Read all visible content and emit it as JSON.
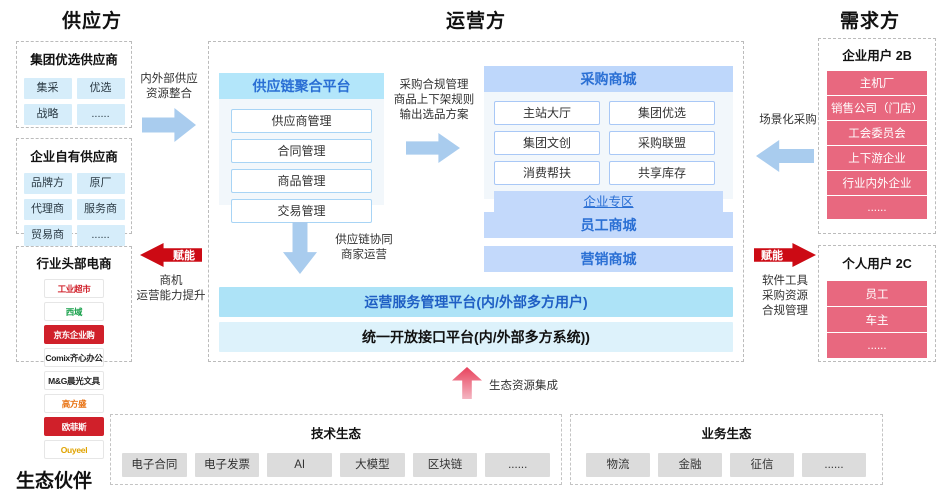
{
  "columns": {
    "supplier_title": "供应方",
    "operator_title": "运营方",
    "demand_title": "需求方"
  },
  "supplier": {
    "group_preferred": {
      "title": "集团优选供应商",
      "chips": [
        "集采",
        "优选",
        "战略",
        "......"
      ]
    },
    "enterprise_own": {
      "title": "企业自有供应商",
      "chips": [
        "品牌方",
        "原厂",
        "代理商",
        "服务商",
        "贸易商",
        "......"
      ]
    },
    "top_ecommerce": {
      "title": "行业头部电商",
      "logos": [
        {
          "name": "工业超市",
          "style": "lg-white"
        },
        {
          "name": "西域",
          "style": "lg-green"
        },
        {
          "name": "京东企业购",
          "style": "lg-red"
        },
        {
          "name": "Comix齐心办公",
          "style": "lg-dark"
        },
        {
          "name": "M&G晨光文具",
          "style": "lg-dark"
        },
        {
          "name": "高方盛",
          "style": "lg-orange"
        },
        {
          "name": "欧菲斯",
          "style": "lg-red"
        },
        {
          "name": "Ouyeel",
          "style": "lg-gold"
        }
      ]
    }
  },
  "arrows": {
    "supply_integration": "内外部供应\n资源整合",
    "supply_integration_l1": "内外部供应",
    "supply_integration_l2": "资源整合",
    "enable_left_label": "赋能",
    "enable_left_note_l1": "商机",
    "enable_left_note_l2": "运营能力提升",
    "compliance_l1": "采购合规管理",
    "compliance_l2": "商品上下架规则",
    "compliance_l3": "输出选品方案",
    "chain_collab_l1": "供应链协同",
    "chain_collab_l2": "商家运营",
    "scene_purchase": "场景化采购",
    "enable_right_label": "赋能",
    "enable_right_note_l1": "软件工具",
    "enable_right_note_l2": "采购资源",
    "enable_right_note_l3": "合规管理",
    "eco_integration": "生态资源集成"
  },
  "operator": {
    "supply_chain_platform": {
      "title": "供应链聚合平台",
      "items": [
        "供应商管理",
        "合同管理",
        "商品管理",
        "交易管理"
      ]
    },
    "purchase_mall": {
      "title": "采购商城",
      "items": [
        "主站大厅",
        "集团优选",
        "集团文创",
        "采购联盟",
        "消费帮扶",
        "共享库存"
      ],
      "enterprise_zone": "企业专区"
    },
    "staff_mall": "员工商城",
    "marketing_mall": "营销商城",
    "ops_platform": "运营服务管理平台(内/外部多方用户)",
    "api_platform": "统一开放接口平台(内/外部多方系统))"
  },
  "demand": {
    "enterprise_2b": {
      "title": "企业用户 2B",
      "items": [
        "主机厂",
        "销售公司（门店）",
        "工会委员会",
        "上下游企业",
        "行业内外企业",
        "......"
      ]
    },
    "personal_2c": {
      "title": "个人用户 2C",
      "items": [
        "员工",
        "车主",
        "......"
      ]
    }
  },
  "ecosystem": {
    "title": "生态伙伴",
    "tech": {
      "title": "技术生态",
      "items": [
        "电子合同",
        "电子发票",
        "AI",
        "大模型",
        "区块链",
        "......"
      ]
    },
    "business": {
      "title": "业务生态",
      "items": [
        "物流",
        "金融",
        "征信",
        "......"
      ]
    }
  },
  "colors": {
    "cyan_head": "#b3e6fa",
    "blue_head": "#bed7fb",
    "blue_text": "#2a6fd4",
    "red_arrow": "#cc0a14",
    "pink_item": "#e8687f",
    "blue_arrow": "#a9ccee"
  }
}
